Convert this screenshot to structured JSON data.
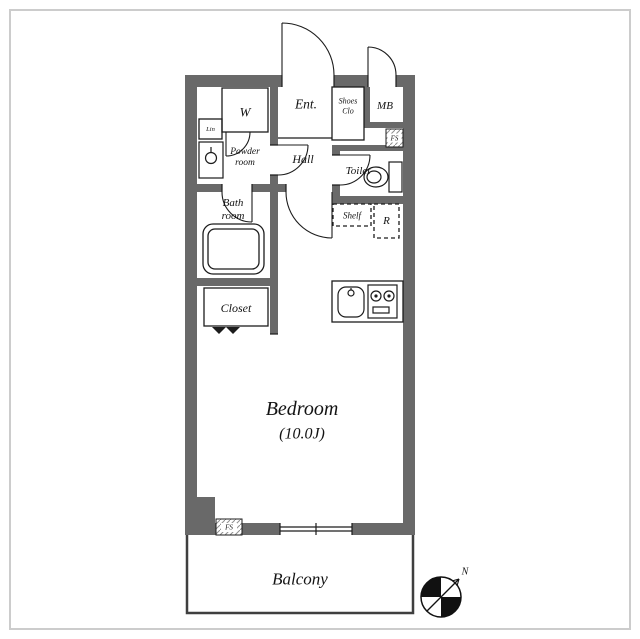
{
  "floorplan": {
    "labels": {
      "w": "W",
      "ent": "Ent.",
      "shoes_1": "Shoes",
      "shoes_2": "Clo",
      "mb": "MB",
      "fs_upper": "FS",
      "lin": "Lin",
      "powder_1": "Powder",
      "powder_2": "room",
      "hall": "Hall",
      "toilet": "Toilet",
      "bath_1": "Bath",
      "bath_2": "room",
      "shelf": "Shelf",
      "refrigerator": "R",
      "closet": "Closet",
      "bedroom": "Bedroom",
      "bedroom_size": "(10.0J)",
      "fs_lower": "FS",
      "balcony": "Balcony",
      "north": "N"
    },
    "colors": {
      "wall": "#696969",
      "line": "#1c1c1c",
      "background": "#ffffff",
      "frame": "#cccccc"
    },
    "icons": {
      "bathtub": "bathtub-icon",
      "toilet": "toilet-icon",
      "washbasin": "washbasin-icon",
      "kitchen_sink": "kitchen-sink-icon",
      "stove": "stove-icon",
      "compass": "compass-icon"
    }
  }
}
